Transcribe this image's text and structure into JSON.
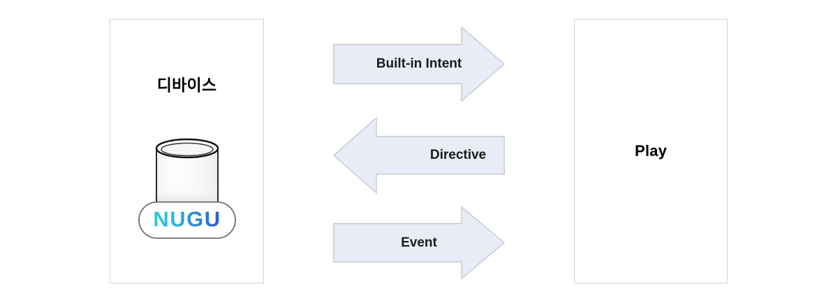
{
  "diagram": {
    "background_color": "#ffffff",
    "panel_border_color": "#d5d5d7",
    "arrow_fill_color": "#e8ecf7",
    "arrow_border_color": "#c6c8cf",
    "text_color": "#000000"
  },
  "device_panel": {
    "title": "디바이스",
    "illustration": {
      "name": "nugu-smart-speaker",
      "logo_text": "NUGU",
      "logo_gradient_start": "#2ec7d8",
      "logo_gradient_end": "#2f66d8",
      "body_color": "#fbfbfb",
      "outline_color": "#111111",
      "base_outline_color": "#6f6f72"
    }
  },
  "play_panel": {
    "title": "Play"
  },
  "arrows": [
    {
      "id": "builtin-intent",
      "label": "Built-in Intent",
      "direction": "right",
      "from": "디바이스",
      "to": "Play"
    },
    {
      "id": "directive",
      "label": "Directive",
      "direction": "left",
      "from": "Play",
      "to": "디바이스"
    },
    {
      "id": "event",
      "label": "Event",
      "direction": "right",
      "from": "디바이스",
      "to": "Play"
    }
  ]
}
